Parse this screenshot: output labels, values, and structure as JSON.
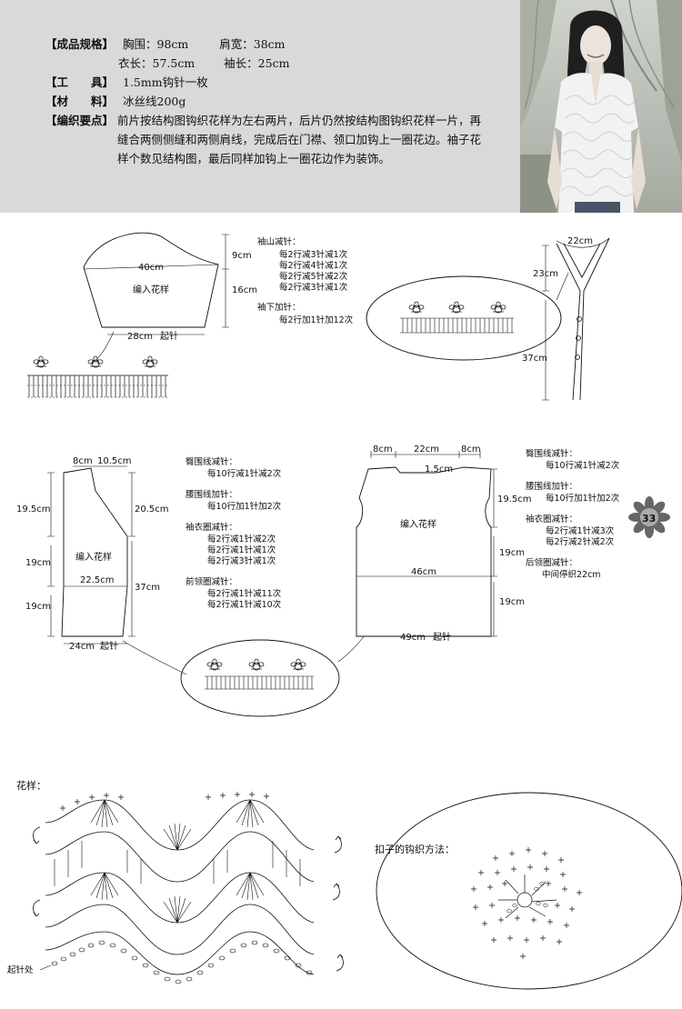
{
  "specs": {
    "size_label": "【成品规格】",
    "size_line1": [
      "胸围：98cm",
      "肩宽：38cm"
    ],
    "size_line2": [
      "衣长：57.5cm",
      "袖长：25cm"
    ],
    "tool_label": "【工　　具】",
    "tool_value": "1.5mm钩针一枚",
    "material_label": "【材　　料】",
    "material_value": "冰丝线200g",
    "points_label": "【编织要点】",
    "points_value": "前片按结构图钩织花样为左右两片，后片仍然按结构图钩织花样一片，再缝合两侧侧缝和两侧肩线，完成后在门襟、领口加钩上一圈花边。袖子花样个数见结构图，最后同样加钩上一圈花边作为装饰。"
  },
  "sleeve": {
    "top_width": "40cm",
    "cap_height": "9cm",
    "body_height": "16cm",
    "center_label": "编入花样",
    "bottom_width": "28cm",
    "start_label": "起针",
    "cap_title": "袖山减针：",
    "cap_lines": [
      "每2行减3针减1次",
      "每2行减4针减1次",
      "每2行减5针减2次",
      "每2行减3针减1次"
    ],
    "under_title": "袖下加针：",
    "under_lines": [
      "每2行加1针加12次"
    ]
  },
  "collar": {
    "neck_width": "22cm",
    "v_depth": "23cm",
    "front_length": "37cm"
  },
  "front": {
    "top_a": "8cm",
    "top_b": "10.5cm",
    "left_1": "19.5cm",
    "left_2": "19cm",
    "left_3": "19cm",
    "right_1": "20.5cm",
    "right_2": "37cm",
    "center_label": "编入花样",
    "mid_width": "22.5cm",
    "bottom_width": "24cm",
    "start_label": "起针",
    "instructions": [
      {
        "title": "臀围线减针：",
        "lines": [
          "每10行减1针减2次"
        ]
      },
      {
        "title": "腰围线加针：",
        "lines": [
          "每10行加1针加2次"
        ]
      },
      {
        "title": "袖衣圈减针：",
        "lines": [
          "每2行减1针减2次",
          "每2行减1针减1次",
          "每2行减3针减1次"
        ]
      },
      {
        "title": "前领圈减针：",
        "lines": [
          "每2行减1针减11次",
          "每2行减1针减10次"
        ]
      }
    ]
  },
  "back": {
    "top_a": "8cm",
    "top_b": "22cm",
    "top_c": "8cm",
    "neck_depth": "1.5cm",
    "left_1": "19.5cm",
    "right_1": "19cm",
    "right_2": "19cm",
    "center_label": "编入花样",
    "mid_width": "46cm",
    "bottom_width": "49cm",
    "start_label": "起针",
    "instructions": [
      {
        "title": "臀围线减针：",
        "lines": [
          "每10行减1针减2次"
        ]
      },
      {
        "title": "腰围线加针：",
        "lines": [
          "每10行加1针加2次"
        ]
      },
      {
        "title": "袖衣圈减针：",
        "lines": [
          "每2行减1针减3次",
          "每2行减2针减2次"
        ]
      },
      {
        "title": "后领圈减针：",
        "lines": [
          "中间停织22cm"
        ]
      }
    ]
  },
  "page_number": "33",
  "pattern": {
    "title": "花样：",
    "start_label": "起针处"
  },
  "button": {
    "title": "扣子的钩织方法："
  }
}
